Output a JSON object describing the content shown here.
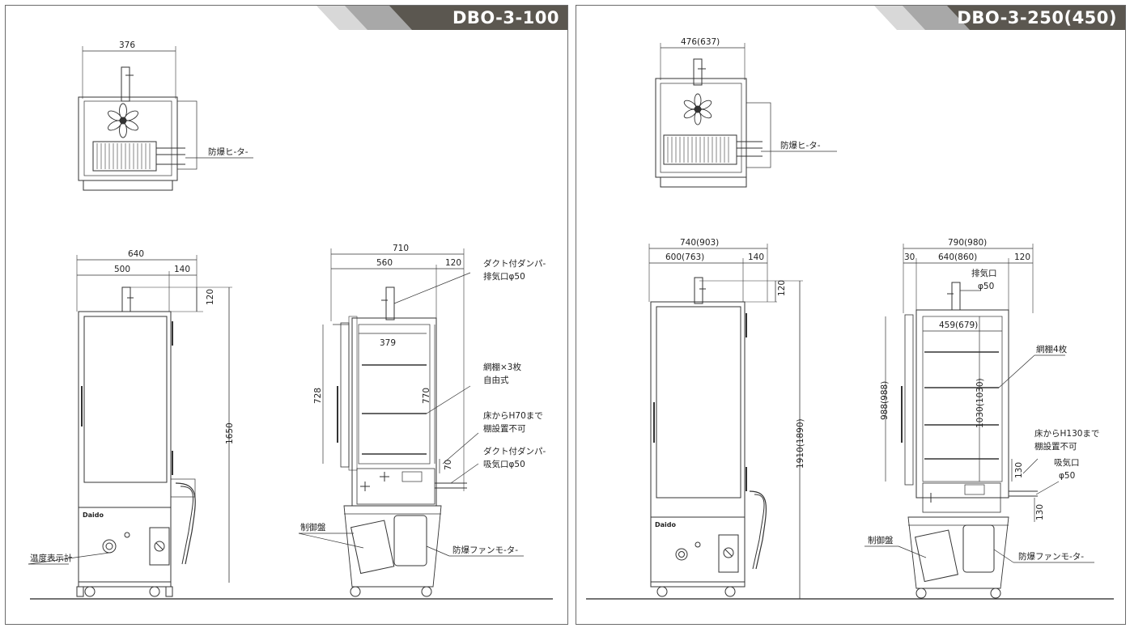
{
  "left": {
    "model": "DBO-3-100",
    "top_view": {
      "width": "376",
      "heater": "防爆ヒ-タ-"
    },
    "front_view": {
      "overall_width": "640",
      "body_width": "500",
      "side_width": "140",
      "top_offset": "120",
      "height": "1650",
      "thermometer": "温度表示計",
      "brand": "Daido"
    },
    "side_view": {
      "overall_depth": "710",
      "body_depth": "560",
      "rear_depth": "120",
      "inner_width": "379",
      "inner_height": "770",
      "door_height": "728",
      "floor_gap": "70",
      "exhaust_line1": "ダクト付ダンパ-",
      "exhaust_line2": "排気口φ50",
      "shelf_line1": "網棚×3枚",
      "shelf_line2": "自由式",
      "floor_line1": "床からH70まで",
      "floor_line2": "棚設置不可",
      "intake_line1": "ダクト付ダンパ-",
      "intake_line2": "吸気口φ50",
      "control_panel": "制御盤",
      "fan_motor": "防爆ファンモ-タ-"
    }
  },
  "right": {
    "model": "DBO-3-250(450)",
    "top_view": {
      "width": "476(637)",
      "heater": "防爆ヒ-タ-"
    },
    "front_view": {
      "overall_width": "740(903)",
      "body_width": "600(763)",
      "side_width": "140",
      "top_offset": "120",
      "height": "1910(1890)",
      "brand": "Daido"
    },
    "side_view": {
      "overall_depth": "790(980)",
      "front_gap": "30",
      "body_depth": "640(860)",
      "rear_depth": "120",
      "inner_width": "459(679)",
      "inner_height": "1030(1030)",
      "door_height": "988(988)",
      "floor_gap": "130",
      "leg_gap": "130",
      "exhaust_line1": "排気口",
      "exhaust_line2": "φ50",
      "shelf": "網棚4枚",
      "floor_line1": "床からH130まで",
      "floor_line2": "棚設置不可",
      "intake_line1": "吸気口",
      "intake_line2": "φ50",
      "control_panel": "制御盤",
      "fan_motor": "防爆ファンモ-タ-"
    }
  }
}
